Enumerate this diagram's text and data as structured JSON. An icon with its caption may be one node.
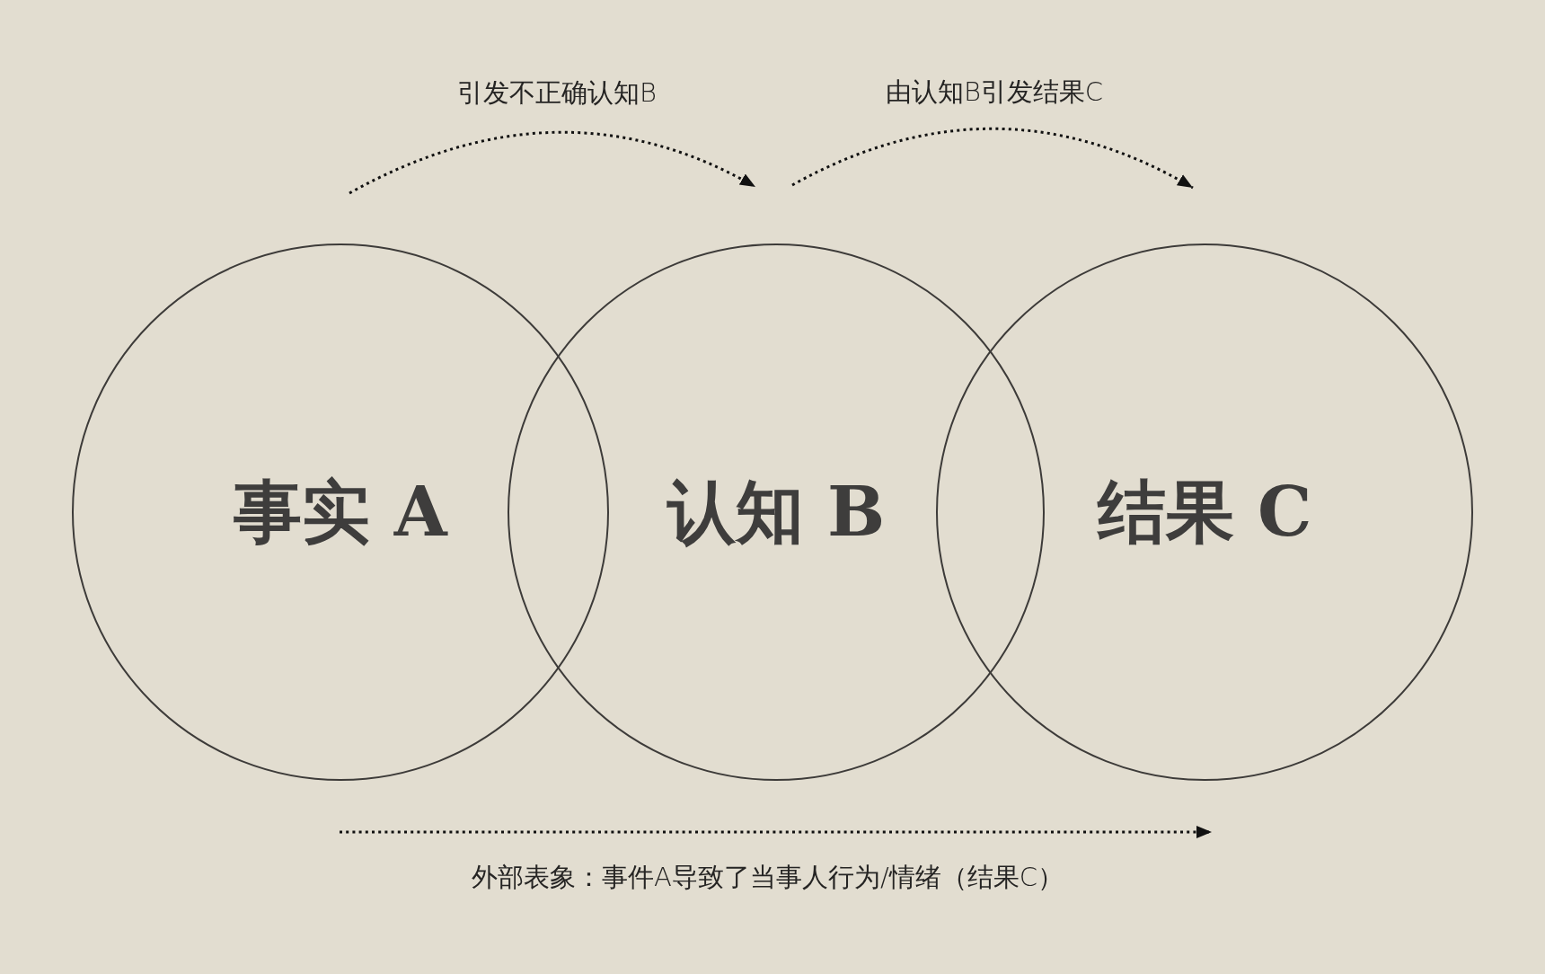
{
  "diagram": {
    "nodes": [
      {
        "text": [
          "事实 A"
        ]
      },
      {
        "text": [
          "认知 B"
        ]
      },
      {
        "text": [
          "结果 C"
        ]
      }
    ],
    "edges": [
      {
        "from": 0,
        "to": 1,
        "arrow": "to",
        "label": "引发不正确认知B",
        "style": "dashed"
      },
      {
        "from": 1,
        "to": 2,
        "arrow": "to",
        "label": "由认知B引发结果C",
        "style": "dashed"
      },
      {
        "from": 0,
        "to": 2,
        "arrow": "to",
        "label": "外部表象：事件A导致了当事人行为/情绪（结果C）",
        "style": "dashed"
      }
    ]
  }
}
